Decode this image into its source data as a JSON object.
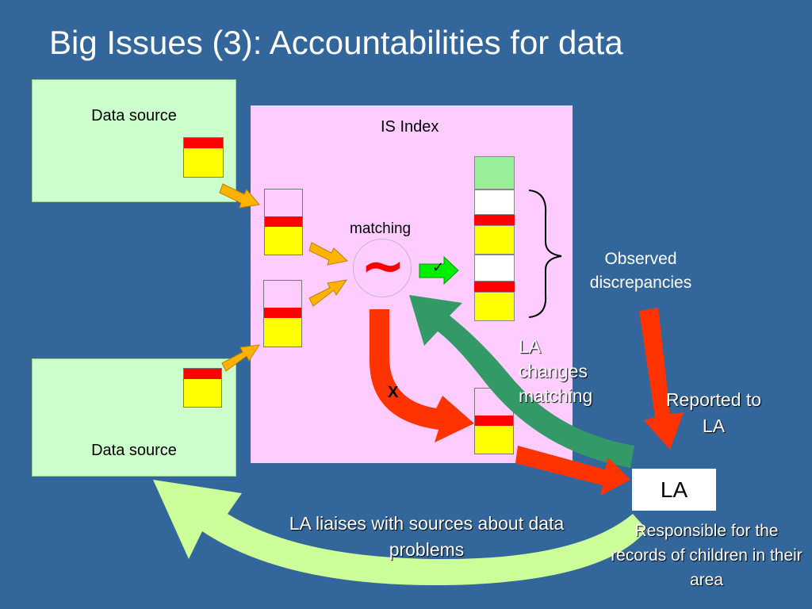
{
  "title": "Big Issues (3): Accountabilities for data",
  "data_source_top": "Data source",
  "data_source_bottom": "Data source",
  "is_index": "IS Index",
  "matching": "matching",
  "matching_symbol": "~",
  "check_symbol": "✓",
  "x_label": "X",
  "observed_discrepancies": "Observed discrepancies",
  "la_changes_matching": "LA changes matching",
  "reported_to_la": "Reported to LA",
  "la": "LA",
  "responsible": "Responsible for the records of children in their area",
  "la_liaises": "LA liaises with sources about data problems",
  "colors": {
    "background": "#33669a",
    "source_box": "#ccffcc",
    "index_box": "#ffccff",
    "red_arrow": "#ff3300",
    "green_arrow": "#339966",
    "light_green_arrow": "#ccff99",
    "orange_arrow": "#ffb300"
  }
}
